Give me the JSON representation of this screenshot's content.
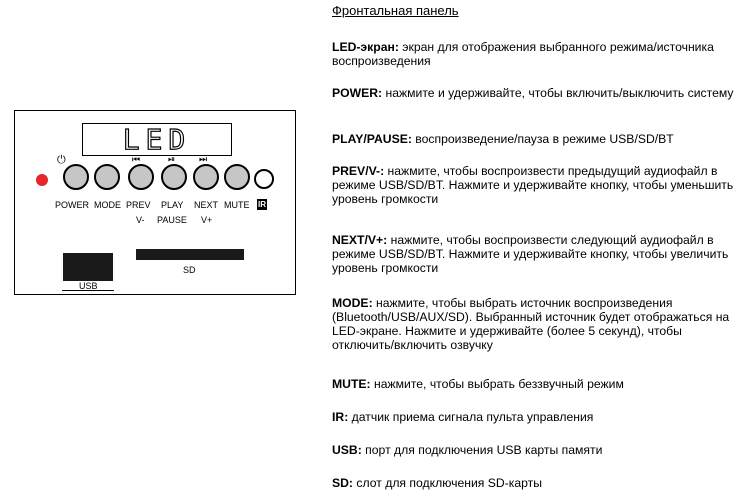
{
  "title": "Фронтальная панель",
  "panel": {
    "lcd_text": "LED",
    "power_symbol": "⏻",
    "prev_symbol": "⏮",
    "play_symbol": "⏯",
    "next_symbol": "⏭",
    "labels": {
      "power": "POWER",
      "mode": "MODE",
      "prev": "PREV",
      "play": "PLAY",
      "next": "NEXT",
      "mute": "MUTE",
      "ir": "IR",
      "v_minus": "V-",
      "pause": "PAUSE",
      "v_plus": "V+",
      "usb": "USB",
      "sd": "SD"
    },
    "indicator_color": "#e8262a"
  },
  "items": [
    {
      "key": "LED-экран:",
      "text": " экран для отображения выбранного режима/источника воспроизведения"
    },
    {
      "key": "POWER:",
      "text": " нажмите и удерживайте, чтобы включить/выключить систему"
    },
    {
      "key": "PLAY/PAUSE:",
      "text": " воспроизведение/пауза в режиме USB/SD/BT"
    },
    {
      "key": "PREV/V-:",
      "text": " нажмите, чтобы воспроизвести предыдущий аудиофайл в режиме USB/SD/BT. Нажмите и удерживайте кнопку, чтобы уменьшить уровень громкости"
    },
    {
      "key": "NEXT/V+:",
      "text": " нажмите, чтобы воспроизвести следующий аудиофайл в режиме USB/SD/BT. Нажмите и удерживайте кнопку, чтобы увеличить уровень громкости"
    },
    {
      "key": "MODE:",
      "text": " нажмите, чтобы выбрать источник воспроизведения (Bluetooth/USB/AUX/SD). Выбранный источник будет отображаться на LED-экране. Нажмите и удерживайте (более 5 секунд), чтобы отключить/включить озвучку"
    },
    {
      "key": "MUTE:",
      "text": " нажмите, чтобы выбрать беззвучный режим"
    },
    {
      "key": "IR:",
      "text": " датчик приема сигнала пульта управления"
    },
    {
      "key": "USB:",
      "text": " порт для подключения USB карты памяти"
    },
    {
      "key": "SD:",
      "text": " слот для подключения SD-карты"
    }
  ]
}
